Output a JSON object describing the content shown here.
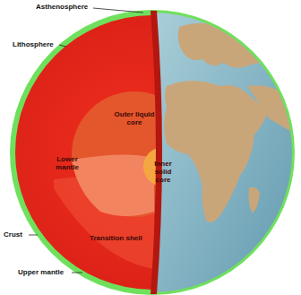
{
  "diagram": {
    "labels": [
      "Asthenosphere",
      "Lithosphere",
      "Outer liquid core",
      "Inner solid core",
      "Lower mantle",
      "Crust",
      "Transition shell",
      "Upper mantle"
    ]
  }
}
